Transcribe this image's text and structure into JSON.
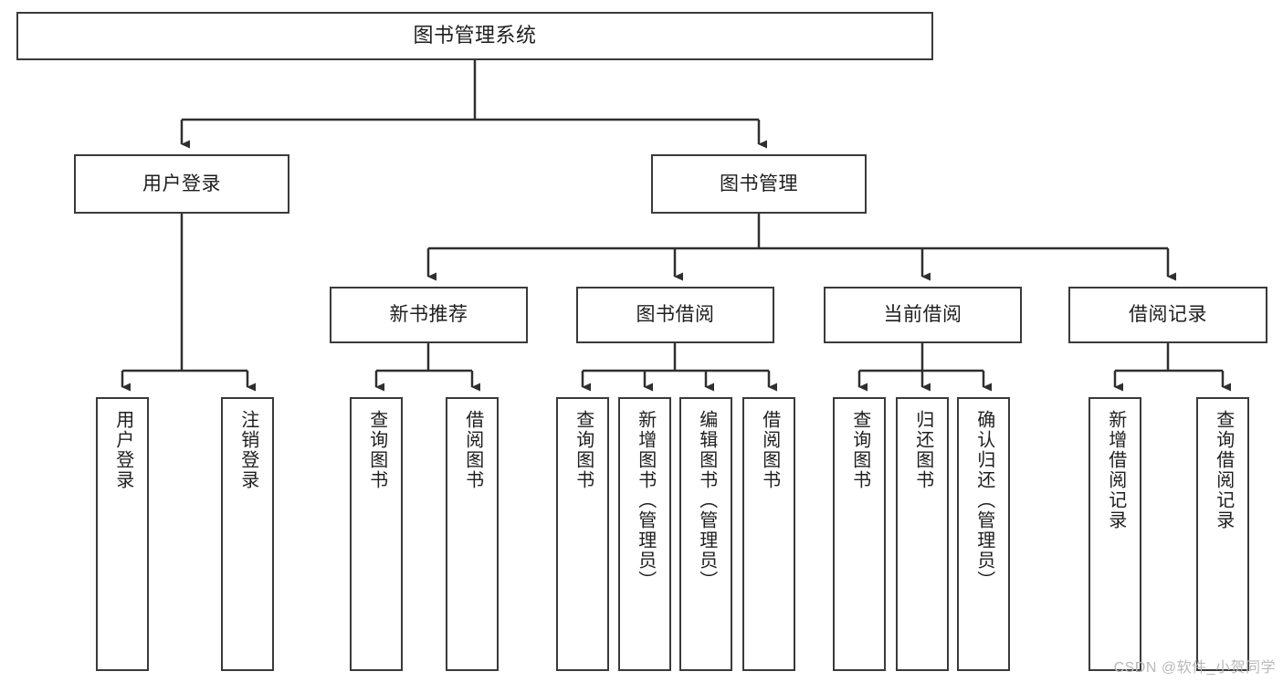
{
  "diagram": {
    "title": "图书管理系统",
    "root": {
      "label": "图书管理系统"
    },
    "level2": [
      {
        "label": "用户登录"
      },
      {
        "label": "图书管理"
      }
    ],
    "level3": [
      {
        "label": "新书推荐"
      },
      {
        "label": "图书借阅"
      },
      {
        "label": "当前借阅"
      },
      {
        "label": "借阅记录"
      }
    ],
    "leaves": {
      "user_login": [
        {
          "label": "用户登录"
        },
        {
          "label": "注销登录"
        }
      ],
      "new_book_recommend": [
        {
          "label": "查询图书"
        },
        {
          "label": "借阅图书"
        }
      ],
      "book_borrow": [
        {
          "label": "查询图书"
        },
        {
          "label": "新增图书（管理员）"
        },
        {
          "label": "编辑图书（管理员）"
        },
        {
          "label": "借阅图书"
        }
      ],
      "current_borrow": [
        {
          "label": "查询图书"
        },
        {
          "label": "归还图书"
        },
        {
          "label": "确认归还（管理员）"
        }
      ],
      "borrow_record": [
        {
          "label": "新增借阅记录"
        },
        {
          "label": "查询借阅记录"
        }
      ]
    }
  },
  "watermark": {
    "text": "CSDN @软件_小贺同学"
  },
  "colors": {
    "box_border": "#3a3a3a",
    "connector": "#2f2f2f",
    "background": "#ffffff",
    "text": "#1e1e1e",
    "watermark": "#b9b9b9"
  }
}
